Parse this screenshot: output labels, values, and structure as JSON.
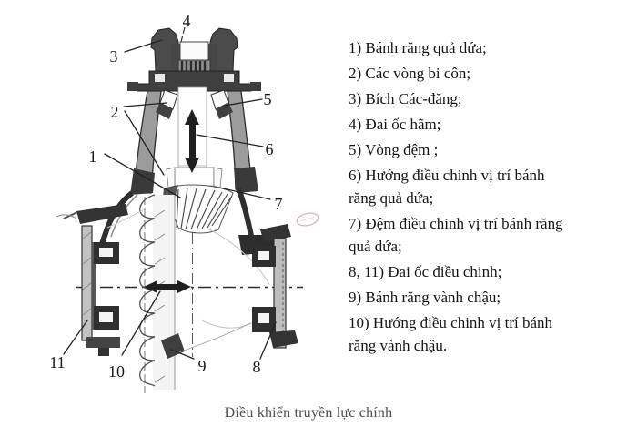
{
  "caption": "Điều khiển truyền lực chính",
  "colors": {
    "background": "#ffffff",
    "ink": "#222222",
    "caption_text": "#4d4d4d",
    "stamp_accent": "#cf9a9a"
  },
  "diagram": {
    "callouts": [
      {
        "label": "1"
      },
      {
        "label": "2"
      },
      {
        "label": "3"
      },
      {
        "label": "4"
      },
      {
        "label": "5"
      },
      {
        "label": "6"
      },
      {
        "label": "7"
      },
      {
        "label": "8"
      },
      {
        "label": "9"
      },
      {
        "label": "10"
      },
      {
        "label": "11"
      }
    ]
  },
  "legend": {
    "items": [
      {
        "lines": [
          "1) Bánh răng quả dứa;"
        ]
      },
      {
        "lines": [
          "2) Các vòng bi côn;"
        ]
      },
      {
        "lines": [
          "3) Bích Các-đăng;"
        ]
      },
      {
        "lines": [
          "4) Đai ốc hãm;"
        ]
      },
      {
        "lines": [
          "5) Vòng đệm ;"
        ]
      },
      {
        "lines": [
          "6) Hướng điều chinh vị trí bánh",
          "răng quả dứa;"
        ]
      },
      {
        "lines": [
          "7) Đệm điều chinh vị trí bánh răng",
          "quả dứa;"
        ]
      },
      {
        "lines": [
          "8, 11) Đai ốc điều chinh;"
        ]
      },
      {
        "lines": [
          "9) Bánh răng vành chậu;"
        ]
      },
      {
        "lines": [
          "10) Hướng điều chinh vị trí bánh",
          "răng vành chậu."
        ]
      }
    ]
  }
}
